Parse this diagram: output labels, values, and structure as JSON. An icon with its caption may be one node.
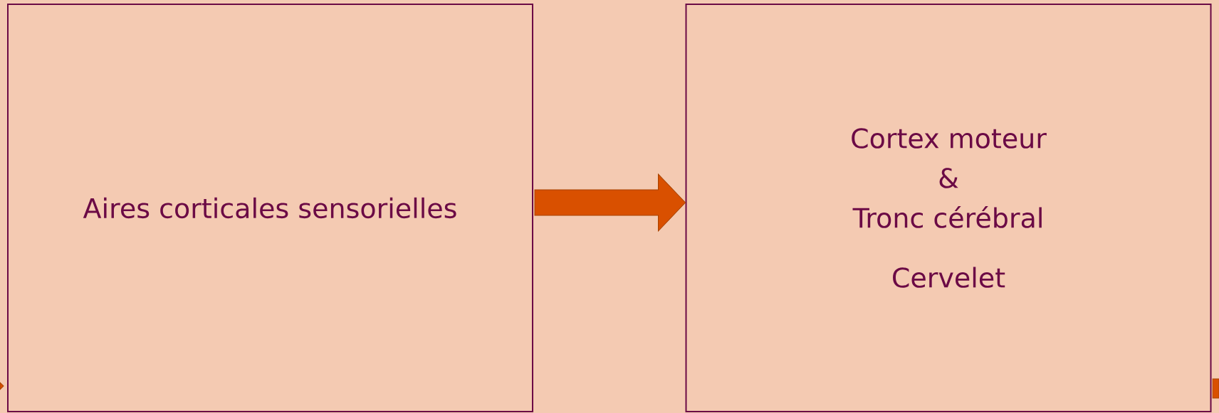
{
  "diagram": {
    "nodes": [
      {
        "text": [
          "Aires corticales sensorielles"
        ]
      },
      {
        "text": [
          "Cortex moteur",
          "&",
          "Tronc cérébral",
          "Cervelet"
        ]
      }
    ],
    "edges": [
      {
        "from": 0,
        "to": 1,
        "arrow": "to"
      }
    ]
  }
}
